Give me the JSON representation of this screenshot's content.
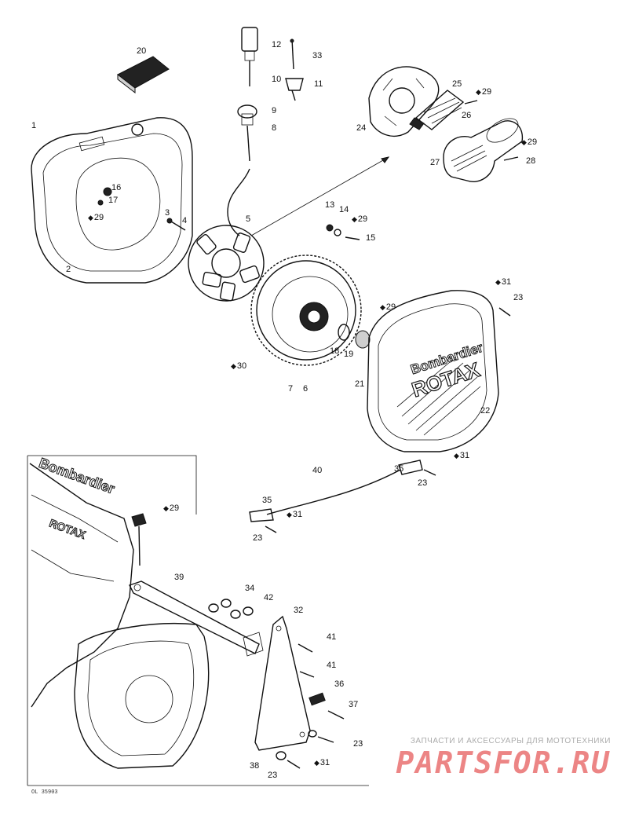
{
  "diagram": {
    "ref_code": "OL 35903",
    "lubricant_icon": "oil-drop-icon",
    "parts": [
      {
        "id": "p20",
        "label": "20"
      },
      {
        "id": "p1",
        "label": "1"
      },
      {
        "id": "p2",
        "label": "2"
      },
      {
        "id": "p16",
        "label": "16"
      },
      {
        "id": "p17",
        "label": "17"
      },
      {
        "id": "p29a",
        "label": "29",
        "lubricant": true
      },
      {
        "id": "p3",
        "label": "3"
      },
      {
        "id": "p4",
        "label": "4"
      },
      {
        "id": "p12",
        "label": "12"
      },
      {
        "id": "p33",
        "label": "33"
      },
      {
        "id": "p10",
        "label": "10"
      },
      {
        "id": "p11",
        "label": "11"
      },
      {
        "id": "p9",
        "label": "9"
      },
      {
        "id": "p8",
        "label": "8"
      },
      {
        "id": "p25",
        "label": "25"
      },
      {
        "id": "p29b",
        "label": "29",
        "lubricant": true
      },
      {
        "id": "p26",
        "label": "26"
      },
      {
        "id": "p24",
        "label": "24"
      },
      {
        "id": "p29c",
        "label": "29",
        "lubricant": true
      },
      {
        "id": "p27",
        "label": "27"
      },
      {
        "id": "p28",
        "label": "28"
      },
      {
        "id": "p13",
        "label": "13"
      },
      {
        "id": "p14",
        "label": "14"
      },
      {
        "id": "p29d",
        "label": "29",
        "lubricant": true
      },
      {
        "id": "p15",
        "label": "15"
      },
      {
        "id": "p5",
        "label": "5"
      },
      {
        "id": "p31a",
        "label": "31",
        "lubricant": true
      },
      {
        "id": "p23a",
        "label": "23"
      },
      {
        "id": "p29e",
        "label": "29",
        "lubricant": true
      },
      {
        "id": "p18",
        "label": "18"
      },
      {
        "id": "p19",
        "label": "19"
      },
      {
        "id": "p30",
        "label": "30",
        "lubricant": true
      },
      {
        "id": "p7",
        "label": "7"
      },
      {
        "id": "p6",
        "label": "6"
      },
      {
        "id": "p21",
        "label": "21"
      },
      {
        "id": "p22",
        "label": "22"
      },
      {
        "id": "p31b",
        "label": "31",
        "lubricant": true
      },
      {
        "id": "p40",
        "label": "40"
      },
      {
        "id": "p35a",
        "label": "35"
      },
      {
        "id": "p23b",
        "label": "23"
      },
      {
        "id": "p35b",
        "label": "35"
      },
      {
        "id": "p31c",
        "label": "31",
        "lubricant": true
      },
      {
        "id": "p23c",
        "label": "23"
      },
      {
        "id": "p29f",
        "label": "29",
        "lubricant": true
      },
      {
        "id": "p39",
        "label": "39"
      },
      {
        "id": "p34",
        "label": "34"
      },
      {
        "id": "p42",
        "label": "42"
      },
      {
        "id": "p32",
        "label": "32"
      },
      {
        "id": "p41a",
        "label": "41"
      },
      {
        "id": "p41b",
        "label": "41"
      },
      {
        "id": "p36",
        "label": "36"
      },
      {
        "id": "p37",
        "label": "37"
      },
      {
        "id": "p23d",
        "label": "23"
      },
      {
        "id": "p38",
        "label": "38"
      },
      {
        "id": "p31d",
        "label": "31",
        "lubricant": true
      },
      {
        "id": "p23e",
        "label": "23"
      }
    ],
    "cover_logo": {
      "line1": "Bombardier",
      "line2": "ROTAX"
    },
    "engine_logo": {
      "line1": "Bombardier",
      "line2": "ROTAX"
    }
  },
  "watermark": {
    "tagline": "ЗАПЧАСТИ И АКСЕССУАРЫ ДЛЯ МОТОТЕХНИКИ",
    "brand": "PARTSFOR.RU"
  },
  "colors": {
    "line": "#111111",
    "watermark": "#dd2222",
    "paper": "#ffffff"
  }
}
